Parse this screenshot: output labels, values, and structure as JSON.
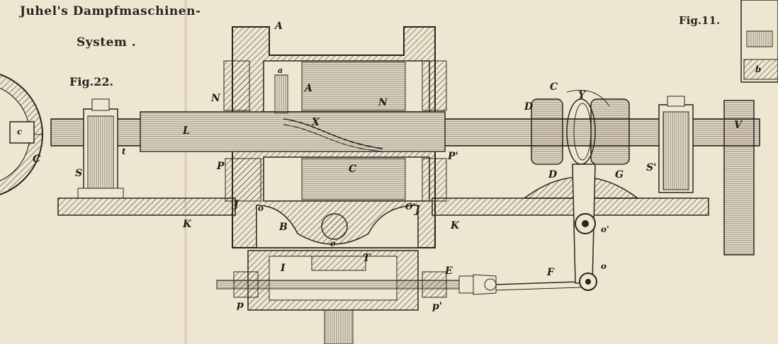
{
  "title": {
    "line1": "Juhel's Dampfmaschinen-",
    "line2": "System ."
  },
  "figures": {
    "main": "Fig.22.",
    "corner": "Fig.11."
  },
  "labels": {
    "A_top": "A",
    "A_inner": "A",
    "a_small": "a",
    "N_left": "N",
    "N_right": "N",
    "X": "X",
    "L": "L",
    "C_cyl": "C",
    "C_left": "C",
    "c_small": "c",
    "S": "S",
    "S_prime": "S'",
    "t": "t",
    "P": "P",
    "P_prime": "P'",
    "J": "J",
    "J_prime": "J",
    "o_left": "o",
    "O_prime": "O'",
    "B": "B",
    "e": "e",
    "K_left": "K",
    "K_right": "K",
    "I": "I",
    "T": "T",
    "E": "E",
    "p": "p",
    "p_prime": "p'",
    "F": "F",
    "o_crank": "o",
    "o_prime_crank": "o'",
    "C_ecc": "C",
    "Y": "Y",
    "D_top": "D",
    "D_bottom": "D",
    "G": "G",
    "V": "V",
    "b": "b"
  }
}
